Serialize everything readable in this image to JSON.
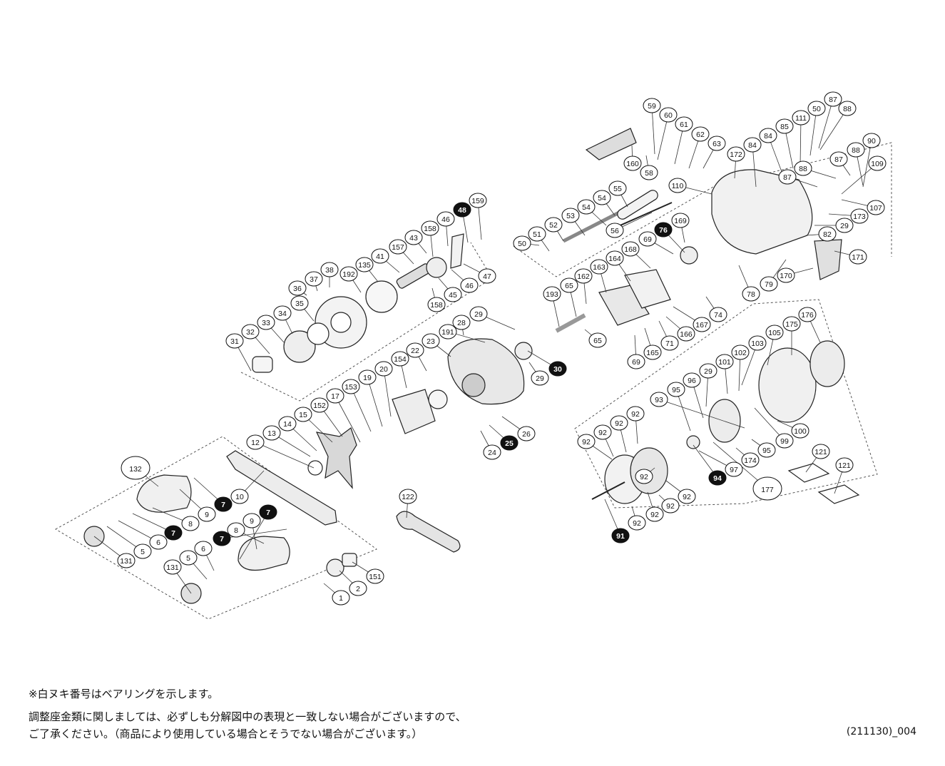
{
  "callouts": [
    {
      "n": "159",
      "filled": false
    },
    {
      "n": "48",
      "filled": true
    },
    {
      "n": "46",
      "filled": false
    },
    {
      "n": "158",
      "filled": false
    },
    {
      "n": "43",
      "filled": false
    },
    {
      "n": "157",
      "filled": false
    },
    {
      "n": "41",
      "filled": false
    },
    {
      "n": "135",
      "filled": false
    },
    {
      "n": "192",
      "filled": false
    },
    {
      "n": "38",
      "filled": false
    },
    {
      "n": "37",
      "filled": false
    },
    {
      "n": "36",
      "filled": false
    },
    {
      "n": "35",
      "filled": false
    },
    {
      "n": "34",
      "filled": false
    },
    {
      "n": "33",
      "filled": false
    },
    {
      "n": "32",
      "filled": false
    },
    {
      "n": "31",
      "filled": false
    },
    {
      "n": "47",
      "filled": false
    },
    {
      "n": "46",
      "filled": false
    },
    {
      "n": "45",
      "filled": false
    },
    {
      "n": "158",
      "filled": false
    },
    {
      "n": "29",
      "filled": false
    },
    {
      "n": "28",
      "filled": false
    },
    {
      "n": "191",
      "filled": false
    },
    {
      "n": "23",
      "filled": false
    },
    {
      "n": "22",
      "filled": false
    },
    {
      "n": "154",
      "filled": false
    },
    {
      "n": "20",
      "filled": false
    },
    {
      "n": "19",
      "filled": false
    },
    {
      "n": "153",
      "filled": false
    },
    {
      "n": "17",
      "filled": false
    },
    {
      "n": "152",
      "filled": false
    },
    {
      "n": "15",
      "filled": false
    },
    {
      "n": "14",
      "filled": false
    },
    {
      "n": "13",
      "filled": false
    },
    {
      "n": "12",
      "filled": false
    },
    {
      "n": "30",
      "filled": true
    },
    {
      "n": "29",
      "filled": false
    },
    {
      "n": "26",
      "filled": false
    },
    {
      "n": "25",
      "filled": true
    },
    {
      "n": "24",
      "filled": false
    },
    {
      "n": "132",
      "filled": false
    },
    {
      "n": "10",
      "filled": false
    },
    {
      "n": "7",
      "filled": true
    },
    {
      "n": "9",
      "filled": false
    },
    {
      "n": "8",
      "filled": false
    },
    {
      "n": "7",
      "filled": true
    },
    {
      "n": "6",
      "filled": false
    },
    {
      "n": "5",
      "filled": false
    },
    {
      "n": "131",
      "filled": false
    },
    {
      "n": "7",
      "filled": true
    },
    {
      "n": "8",
      "filled": false
    },
    {
      "n": "9",
      "filled": false
    },
    {
      "n": "7",
      "filled": true
    },
    {
      "n": "5",
      "filled": false
    },
    {
      "n": "6",
      "filled": false
    },
    {
      "n": "131",
      "filled": false
    },
    {
      "n": "122",
      "filled": false
    },
    {
      "n": "151",
      "filled": false
    },
    {
      "n": "2",
      "filled": false
    },
    {
      "n": "1",
      "filled": false
    },
    {
      "n": "59",
      "filled": false
    },
    {
      "n": "60",
      "filled": false
    },
    {
      "n": "61",
      "filled": false
    },
    {
      "n": "62",
      "filled": false
    },
    {
      "n": "63",
      "filled": false
    },
    {
      "n": "160",
      "filled": false
    },
    {
      "n": "58",
      "filled": false
    },
    {
      "n": "172",
      "filled": false
    },
    {
      "n": "84",
      "filled": false
    },
    {
      "n": "84",
      "filled": false
    },
    {
      "n": "85",
      "filled": false
    },
    {
      "n": "111",
      "filled": false
    },
    {
      "n": "50",
      "filled": false
    },
    {
      "n": "87",
      "filled": false
    },
    {
      "n": "88",
      "filled": false
    },
    {
      "n": "87",
      "filled": false
    },
    {
      "n": "88",
      "filled": false
    },
    {
      "n": "87",
      "filled": false
    },
    {
      "n": "88",
      "filled": false
    },
    {
      "n": "90",
      "filled": false
    },
    {
      "n": "109",
      "filled": false
    },
    {
      "n": "107",
      "filled": false
    },
    {
      "n": "173",
      "filled": false
    },
    {
      "n": "29",
      "filled": false
    },
    {
      "n": "82",
      "filled": false
    },
    {
      "n": "110",
      "filled": false
    },
    {
      "n": "55",
      "filled": false
    },
    {
      "n": "54",
      "filled": false
    },
    {
      "n": "54",
      "filled": false
    },
    {
      "n": "53",
      "filled": false
    },
    {
      "n": "52",
      "filled": false
    },
    {
      "n": "51",
      "filled": false
    },
    {
      "n": "50",
      "filled": false
    },
    {
      "n": "56",
      "filled": false
    },
    {
      "n": "76",
      "filled": true
    },
    {
      "n": "169",
      "filled": false
    },
    {
      "n": "69",
      "filled": false
    },
    {
      "n": "168",
      "filled": false
    },
    {
      "n": "164",
      "filled": false
    },
    {
      "n": "163",
      "filled": false
    },
    {
      "n": "162",
      "filled": false
    },
    {
      "n": "65",
      "filled": false
    },
    {
      "n": "193",
      "filled": false
    },
    {
      "n": "65",
      "filled": false
    },
    {
      "n": "171",
      "filled": false
    },
    {
      "n": "170",
      "filled": false
    },
    {
      "n": "79",
      "filled": false
    },
    {
      "n": "78",
      "filled": false
    },
    {
      "n": "74",
      "filled": false
    },
    {
      "n": "167",
      "filled": false
    },
    {
      "n": "166",
      "filled": false
    },
    {
      "n": "71",
      "filled": false
    },
    {
      "n": "165",
      "filled": false
    },
    {
      "n": "69",
      "filled": false
    },
    {
      "n": "176",
      "filled": false
    },
    {
      "n": "175",
      "filled": false
    },
    {
      "n": "105",
      "filled": false
    },
    {
      "n": "103",
      "filled": false
    },
    {
      "n": "102",
      "filled": false
    },
    {
      "n": "101",
      "filled": false
    },
    {
      "n": "29",
      "filled": false
    },
    {
      "n": "96",
      "filled": false
    },
    {
      "n": "95",
      "filled": false
    },
    {
      "n": "93",
      "filled": false
    },
    {
      "n": "99",
      "filled": false
    },
    {
      "n": "100",
      "filled": false
    },
    {
      "n": "95",
      "filled": false
    },
    {
      "n": "174",
      "filled": false
    },
    {
      "n": "97",
      "filled": false
    },
    {
      "n": "94",
      "filled": true
    },
    {
      "n": "177",
      "filled": false
    },
    {
      "n": "121",
      "filled": false
    },
    {
      "n": "121",
      "filled": false
    },
    {
      "n": "92",
      "filled": false
    },
    {
      "n": "92",
      "filled": false
    },
    {
      "n": "92",
      "filled": false
    },
    {
      "n": "92",
      "filled": false
    },
    {
      "n": "92",
      "filled": false
    },
    {
      "n": "92",
      "filled": false
    },
    {
      "n": "92",
      "filled": false
    },
    {
      "n": "92",
      "filled": false
    },
    {
      "n": "92",
      "filled": false
    },
    {
      "n": "91",
      "filled": true
    }
  ],
  "notes": {
    "bearing_note": "※白ヌキ番号はベアリングを示します。",
    "shim_note_line1": "調整座金類に関しましては、必ずしも分解図中の表現と一致しない場合がございますので、",
    "shim_note_line2": "ご了承ください。（商品により使用している場合とそうでない場合がございます。）"
  },
  "document_code": "(211130)_004"
}
